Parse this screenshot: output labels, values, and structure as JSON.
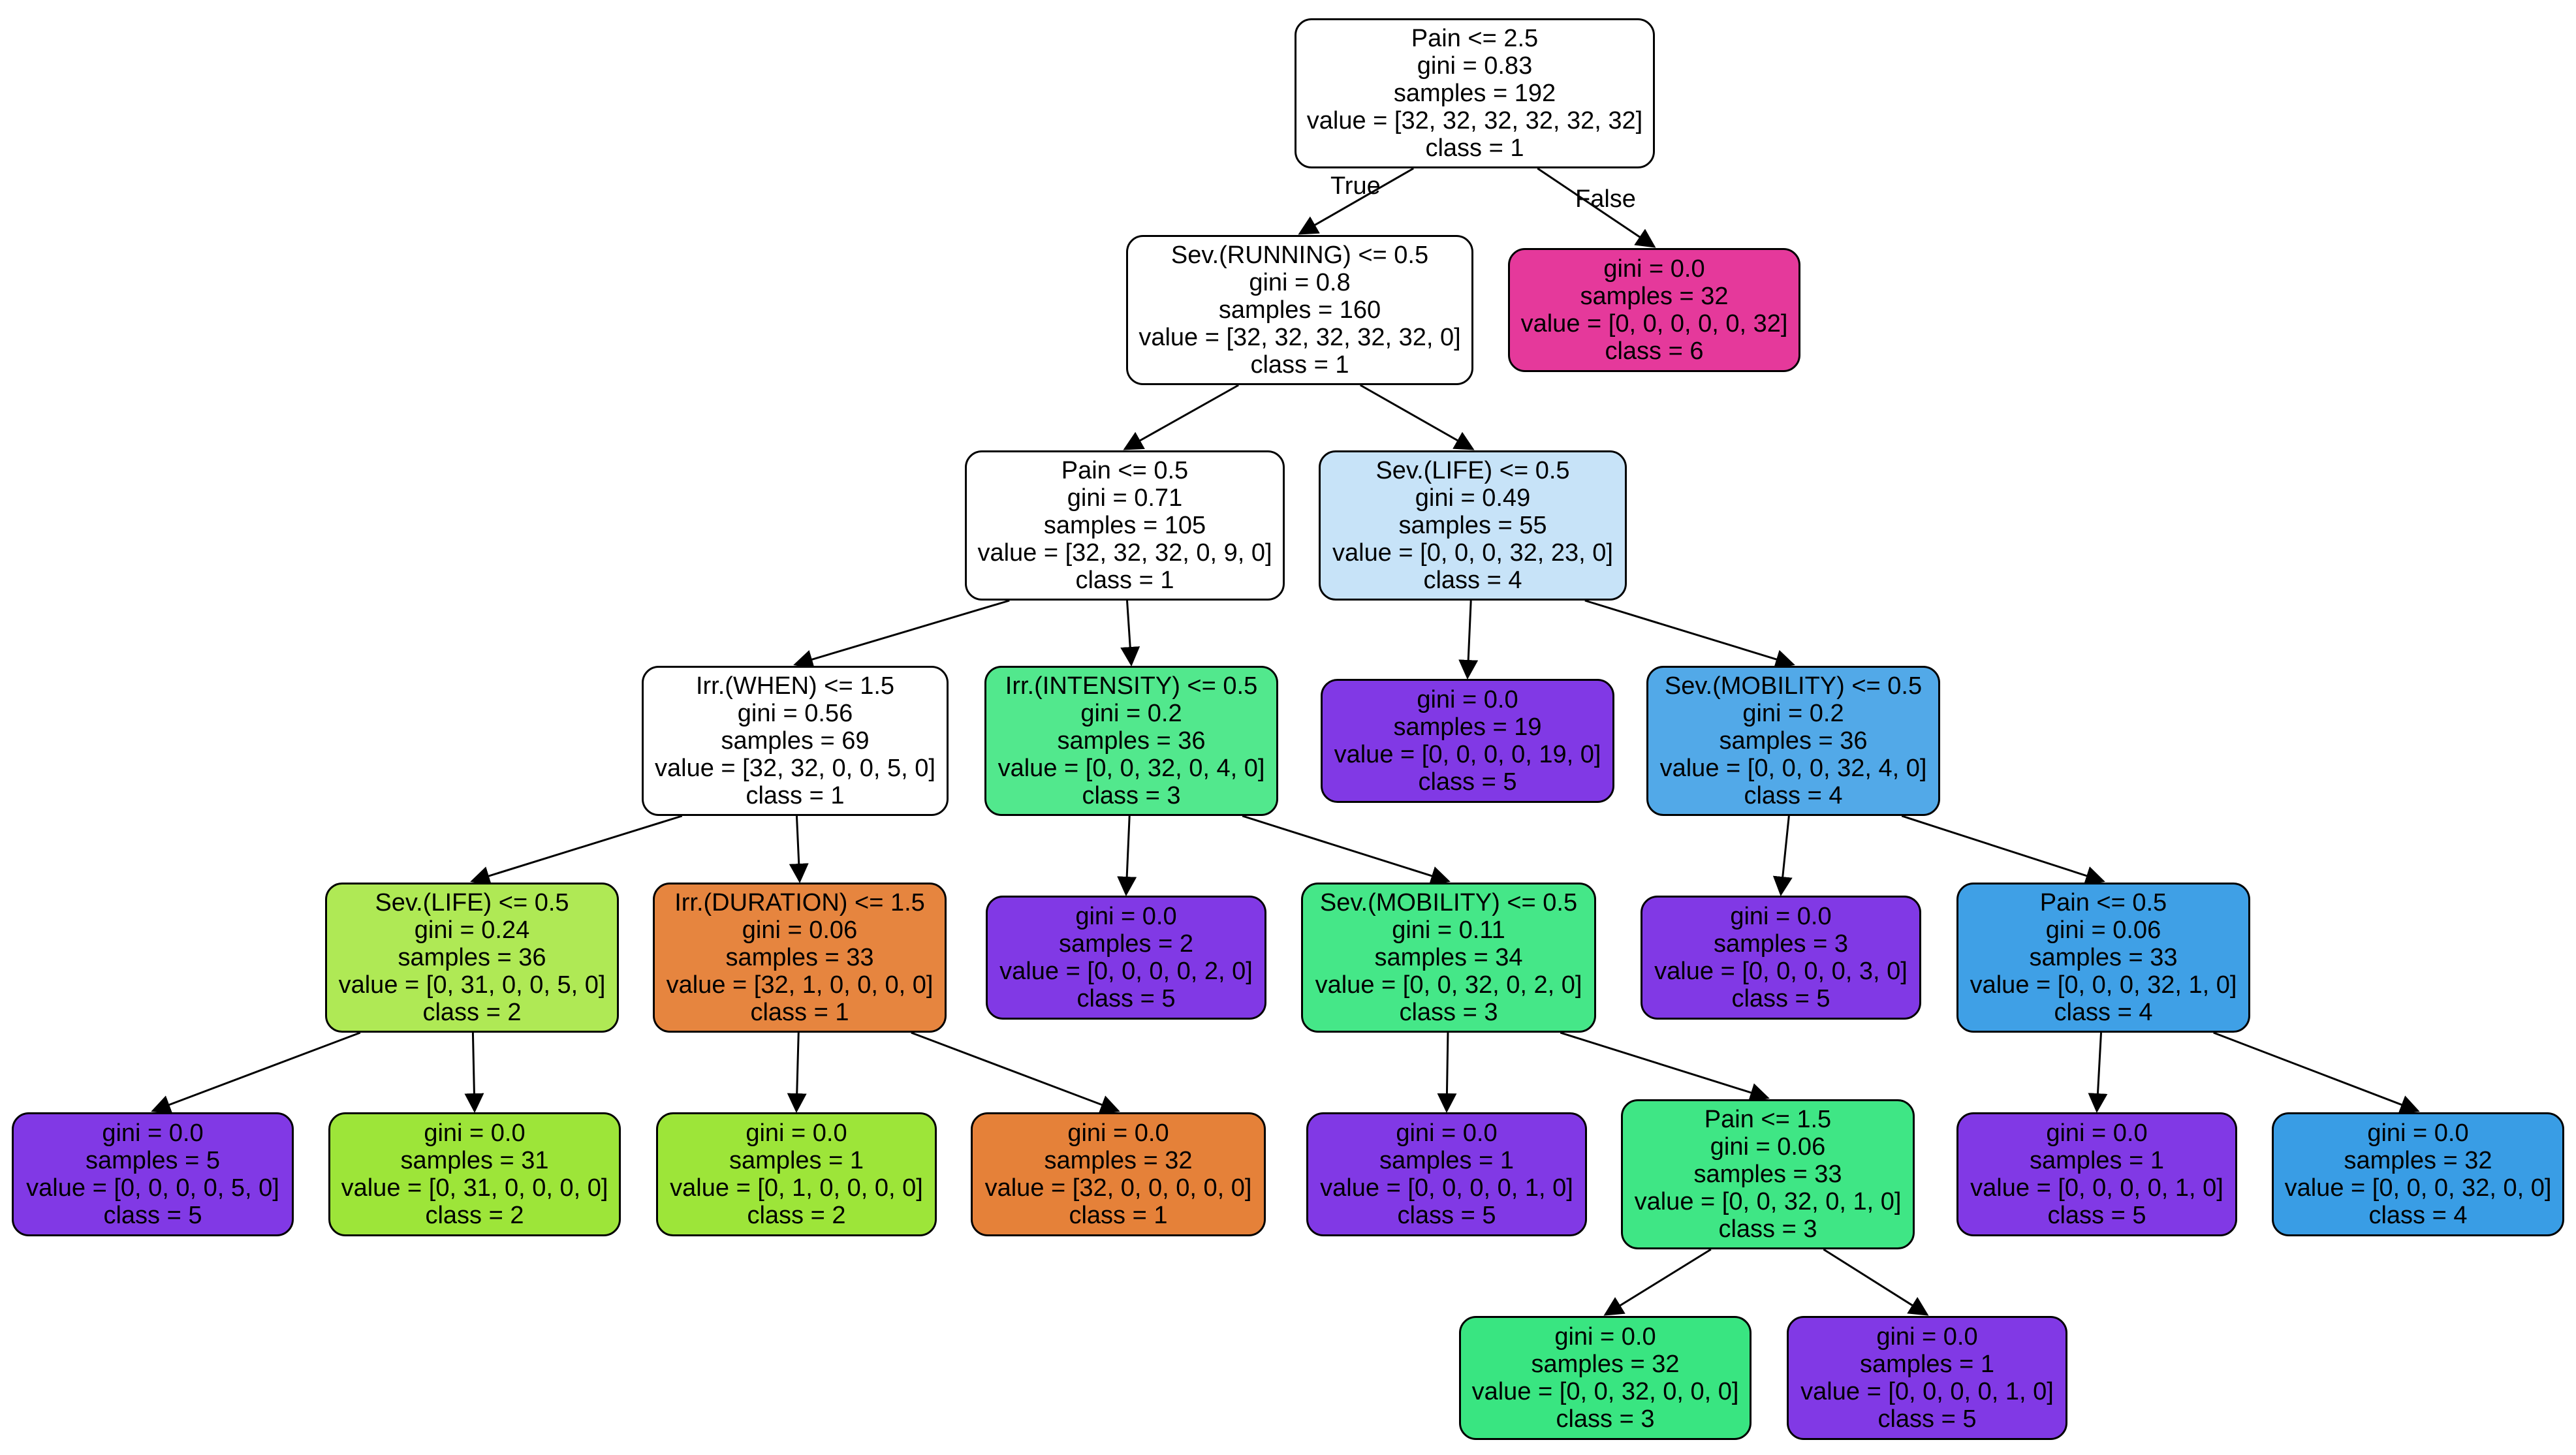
{
  "tree": {
    "edge_labels": {
      "true_label": "True",
      "false_label": "False"
    },
    "nodes": {
      "n0": {
        "lines": [
          "Pain <= 2.5",
          "gini = 0.83",
          "samples = 192",
          "value = [32, 32, 32, 32, 32, 32]",
          "class = 1"
        ],
        "fill": "#ffffff"
      },
      "n1": {
        "lines": [
          "Sev.(RUNNING) <= 0.5",
          "gini = 0.8",
          "samples = 160",
          "value = [32, 32, 32, 32, 32, 0]",
          "class = 1"
        ],
        "fill": "#ffffff"
      },
      "n2": {
        "lines": [
          "gini = 0.0",
          "samples = 32",
          "value = [0, 0, 0, 0, 0, 32]",
          "class = 6"
        ],
        "fill": "#e5399b"
      },
      "n3": {
        "lines": [
          "Pain <= 0.5",
          "gini = 0.71",
          "samples = 105",
          "value = [32, 32, 32, 0, 9, 0]",
          "class = 1"
        ],
        "fill": "#ffffff"
      },
      "n4": {
        "lines": [
          "Sev.(LIFE) <= 0.5",
          "gini = 0.49",
          "samples = 55",
          "value = [0, 0, 0, 32, 23, 0]",
          "class = 4"
        ],
        "fill": "#c7e3f8"
      },
      "n5": {
        "lines": [
          "Irr.(WHEN) <= 1.5",
          "gini = 0.56",
          "samples = 69",
          "value = [32, 32, 0, 0, 5, 0]",
          "class = 1"
        ],
        "fill": "#ffffff"
      },
      "n6": {
        "lines": [
          "Irr.(INTENSITY) <= 0.5",
          "gini = 0.2",
          "samples = 36",
          "value = [0, 0, 32, 0, 4, 0]",
          "class = 3"
        ],
        "fill": "#52e88d"
      },
      "n7": {
        "lines": [
          "gini = 0.0",
          "samples = 19",
          "value = [0, 0, 0, 0, 19, 0]",
          "class = 5"
        ],
        "fill": "#8139e5"
      },
      "n8": {
        "lines": [
          "Sev.(MOBILITY) <= 0.5",
          "gini = 0.2",
          "samples = 36",
          "value = [0, 0, 0, 32, 4, 0]",
          "class = 4"
        ],
        "fill": "#52a9e8"
      },
      "n9": {
        "lines": [
          "Sev.(LIFE) <= 0.5",
          "gini = 0.24",
          "samples = 36",
          "value = [0, 31, 0, 0, 5, 0]",
          "class = 2"
        ],
        "fill": "#afe955"
      },
      "n10": {
        "lines": [
          "Irr.(DURATION) <= 1.5",
          "gini = 0.06",
          "samples = 33",
          "value = [32, 1, 0, 0, 0, 0]",
          "class = 1"
        ],
        "fill": "#e6853f"
      },
      "n11": {
        "lines": [
          "gini = 0.0",
          "samples = 2",
          "value = [0, 0, 0, 0, 2, 0]",
          "class = 5"
        ],
        "fill": "#8139e5"
      },
      "n12": {
        "lines": [
          "Sev.(MOBILITY) <= 0.5",
          "gini = 0.11",
          "samples = 34",
          "value = [0, 0, 32, 0, 2, 0]",
          "class = 3"
        ],
        "fill": "#45e788"
      },
      "n13": {
        "lines": [
          "gini = 0.0",
          "samples = 3",
          "value = [0, 0, 0, 0, 3, 0]",
          "class = 5"
        ],
        "fill": "#8139e5"
      },
      "n14": {
        "lines": [
          "Pain <= 0.5",
          "gini = 0.06",
          "samples = 33",
          "value = [0, 0, 0, 32, 1, 0]",
          "class = 4"
        ],
        "fill": "#3fa0e6"
      },
      "n15": {
        "lines": [
          "gini = 0.0",
          "samples = 5",
          "value = [0, 0, 0, 0, 5, 0]",
          "class = 5"
        ],
        "fill": "#8139e5"
      },
      "n16": {
        "lines": [
          "gini = 0.0",
          "samples = 31",
          "value = [0, 31, 0, 0, 0, 0]",
          "class = 2"
        ],
        "fill": "#9de539"
      },
      "n17": {
        "lines": [
          "gini = 0.0",
          "samples = 1",
          "value = [0, 1, 0, 0, 0, 0]",
          "class = 2"
        ],
        "fill": "#9de539"
      },
      "n18": {
        "lines": [
          "gini = 0.0",
          "samples = 32",
          "value = [32, 0, 0, 0, 0, 0]",
          "class = 1"
        ],
        "fill": "#e58139"
      },
      "n19": {
        "lines": [
          "gini = 0.0",
          "samples = 1",
          "value = [0, 0, 0, 0, 1, 0]",
          "class = 5"
        ],
        "fill": "#8139e5"
      },
      "n20": {
        "lines": [
          "Pain <= 1.5",
          "gini = 0.06",
          "samples = 33",
          "value = [0, 0, 32, 0, 1, 0]",
          "class = 3"
        ],
        "fill": "#3fe685"
      },
      "n21": {
        "lines": [
          "gini = 0.0",
          "samples = 1",
          "value = [0, 0, 0, 0, 1, 0]",
          "class = 5"
        ],
        "fill": "#8139e5"
      },
      "n22": {
        "lines": [
          "gini = 0.0",
          "samples = 32",
          "value = [0, 0, 0, 32, 0, 0]",
          "class = 4"
        ],
        "fill": "#399de5"
      },
      "n23": {
        "lines": [
          "gini = 0.0",
          "samples = 32",
          "value = [0, 0, 32, 0, 0, 0]",
          "class = 3"
        ],
        "fill": "#39e581"
      },
      "n24": {
        "lines": [
          "gini = 0.0",
          "samples = 1",
          "value = [0, 0, 0, 0, 1, 0]",
          "class = 5"
        ],
        "fill": "#8139e5"
      }
    }
  }
}
